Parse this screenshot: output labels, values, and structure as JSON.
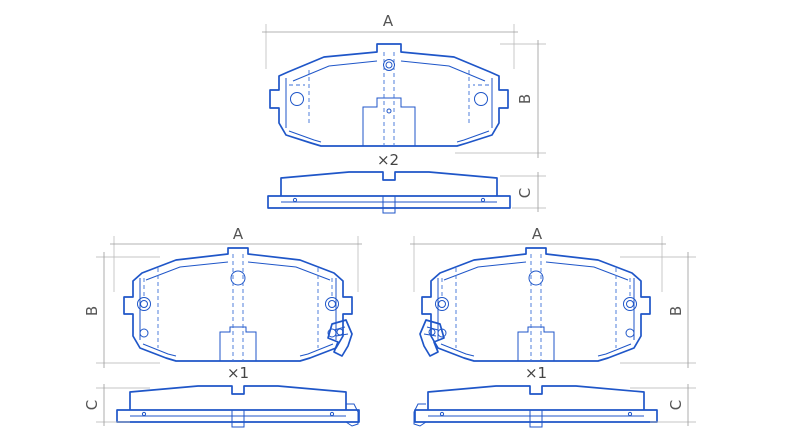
{
  "dimensions": {
    "a": "A",
    "b": "B",
    "c": "C"
  },
  "quantities": {
    "top": "×2",
    "left": "×1",
    "right": "×1"
  },
  "colors": {
    "outline": "#1f56c8",
    "dimension": "#9a9a9a",
    "text": "#555555"
  }
}
